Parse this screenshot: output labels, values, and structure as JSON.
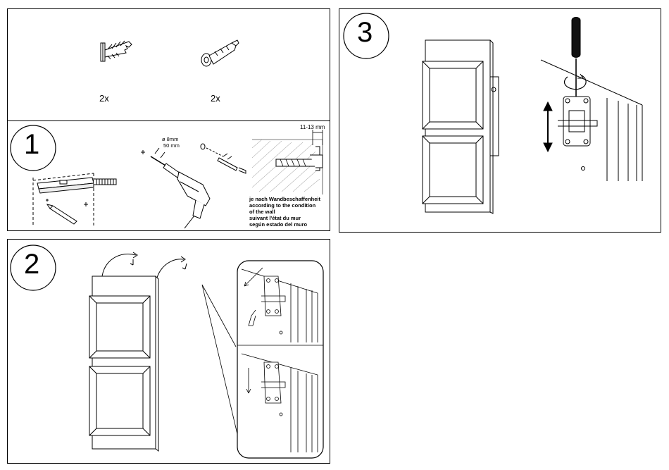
{
  "parts": [
    {
      "icon": "wall-anchor-icon",
      "quantity": "2x"
    },
    {
      "icon": "wall-plug-icon",
      "quantity": "2x"
    }
  ],
  "steps": [
    {
      "number": "1",
      "drill_diameter": "ø 8mm",
      "drill_depth": "50 mm",
      "plug_depth": "11-13 mm",
      "note_lines": [
        "je nach Wandbeschaffenheit",
        "according to the condition",
        "of the wall",
        "suivant l'état du mur",
        "según estado del muro"
      ]
    },
    {
      "number": "2"
    },
    {
      "number": "3"
    }
  ]
}
